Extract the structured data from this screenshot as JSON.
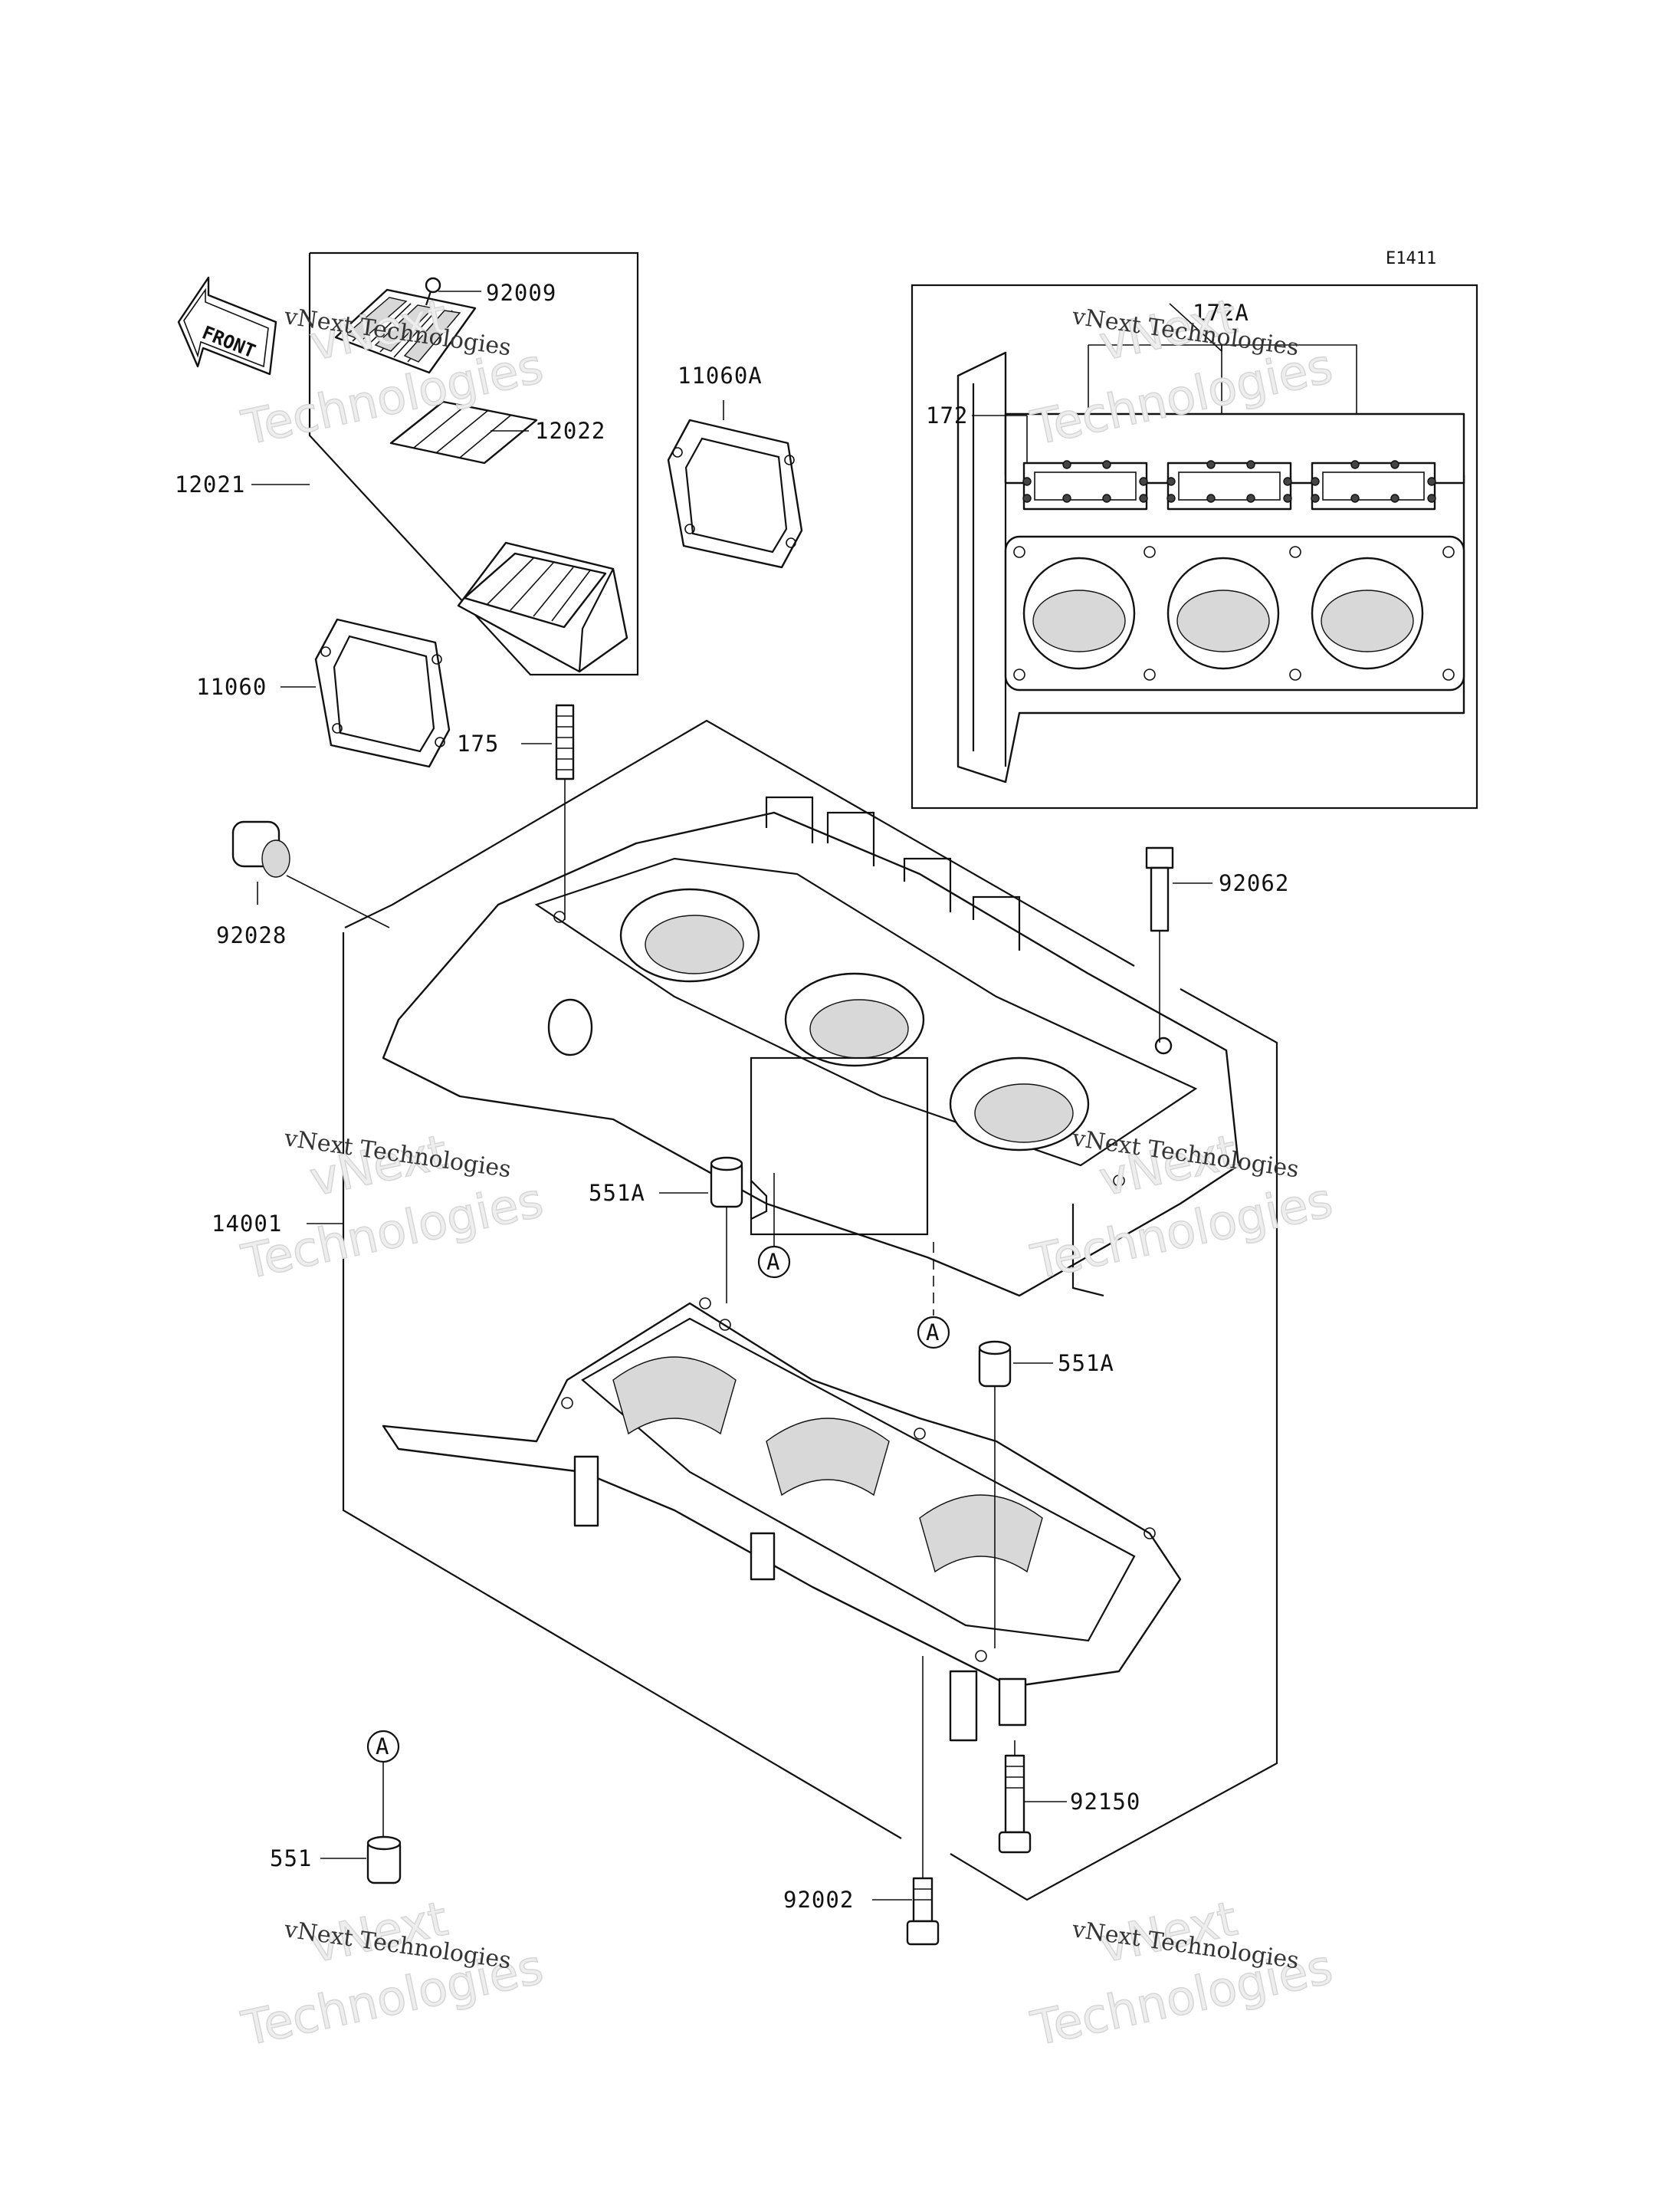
{
  "diagram_code": "E1411",
  "front_label": "FRONT",
  "watermark": {
    "line1": "vNext Technologies",
    "line2": "vNext",
    "line3": "Technologies"
  },
  "reference_marker": "A",
  "part_labels": {
    "p92009": "92009",
    "p12022": "12022",
    "p12021": "12021",
    "p11060A": "11060A",
    "p11060": "11060",
    "p175": "175",
    "p92028": "92028",
    "p172A": "172A",
    "p172": "172",
    "p92062": "92062",
    "p551A_top": "551A",
    "p14001": "14001",
    "p551A_right": "551A",
    "p92150": "92150",
    "p551": "551",
    "p92002": "92002"
  }
}
